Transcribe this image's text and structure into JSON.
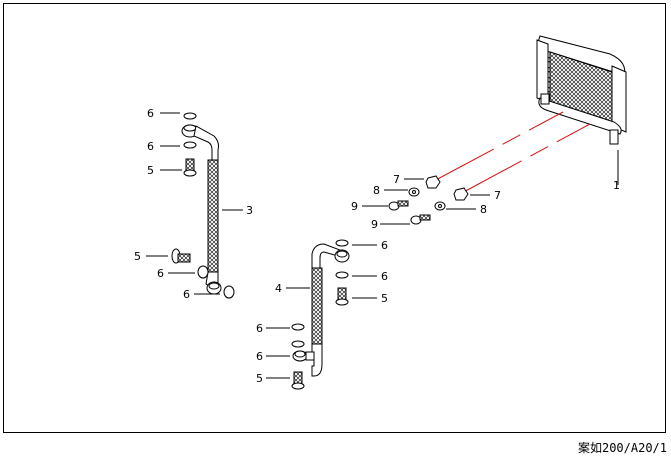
{
  "callouts": {
    "c1": "1",
    "c3": "3",
    "c4": "4",
    "c5a": "5",
    "c5b": "5",
    "c5c": "5",
    "c5d": "5",
    "c6a": "6",
    "c6b": "6",
    "c6c": "6",
    "c6d": "6",
    "c6e": "6",
    "c6f": "6",
    "c6g": "6",
    "c6h": "6",
    "c7a": "7",
    "c7b": "7",
    "c8a": "8",
    "c8b": "8",
    "c9a": "9",
    "c9b": "9"
  },
  "footer": {
    "code": "案如200/A20/1"
  },
  "colors": {
    "line": "#000000",
    "leader_red": "#d81010"
  }
}
